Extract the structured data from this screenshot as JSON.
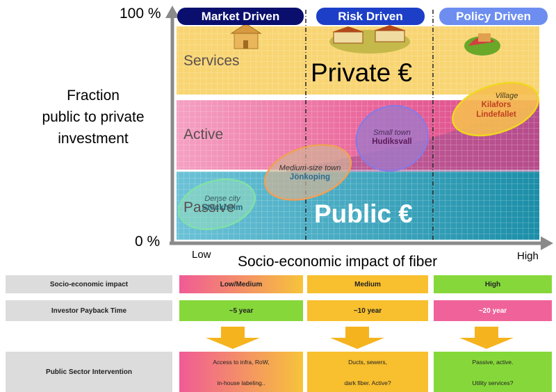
{
  "axis": {
    "y_top": "100 %",
    "y_bottom": "0 %",
    "y_title_lines": [
      "Fraction",
      "public to private",
      "investment"
    ],
    "x_low": "Low",
    "x_high": "High",
    "x_title": "Socio-economic impact of fiber"
  },
  "headers": [
    {
      "label": "Market Driven",
      "color": "#0a0f6e"
    },
    {
      "label": "Risk Driven",
      "color": "#1d3fc8"
    },
    {
      "label": "Policy Driven",
      "color": "#6d8ef0"
    }
  ],
  "bands": {
    "services": "Services",
    "active": "Active",
    "passive": "Passive"
  },
  "big_text": {
    "private": "Private €",
    "public": "Public €"
  },
  "towns": [
    {
      "name": "Dense city",
      "place": "Stockholm"
    },
    {
      "name": "Medium-size town",
      "place": "Jönkoping"
    },
    {
      "name": "Small town",
      "place": "Hudiksvall"
    },
    {
      "name": "Village",
      "place_1": "Kilafors",
      "place_2": "Lindefallet"
    }
  ],
  "table": {
    "rows": [
      {
        "label": "Socio-economic impact",
        "cells": [
          "Low/Medium",
          "Medium",
          "High"
        ]
      },
      {
        "label": "Investor Payback Time",
        "cells": [
          "~5 year",
          "~10 year",
          "~20 year"
        ]
      },
      {
        "label": "Public Sector Intervention",
        "cells": [
          [
            "Access to infra, RoW,",
            "in-house labeling.."
          ],
          [
            "Ducts, sewers,",
            "dark fiber. Active?"
          ],
          [
            "Passive, active.",
            "Utility services?"
          ]
        ]
      }
    ]
  },
  "colors": {
    "services": "#f7d36a",
    "active": "#ec5f9d",
    "public": "#2e9fb8",
    "green": "#86d83a",
    "orange": "#f8bf2e",
    "pink": "#f0639a",
    "arrow": "#f5b31d"
  }
}
